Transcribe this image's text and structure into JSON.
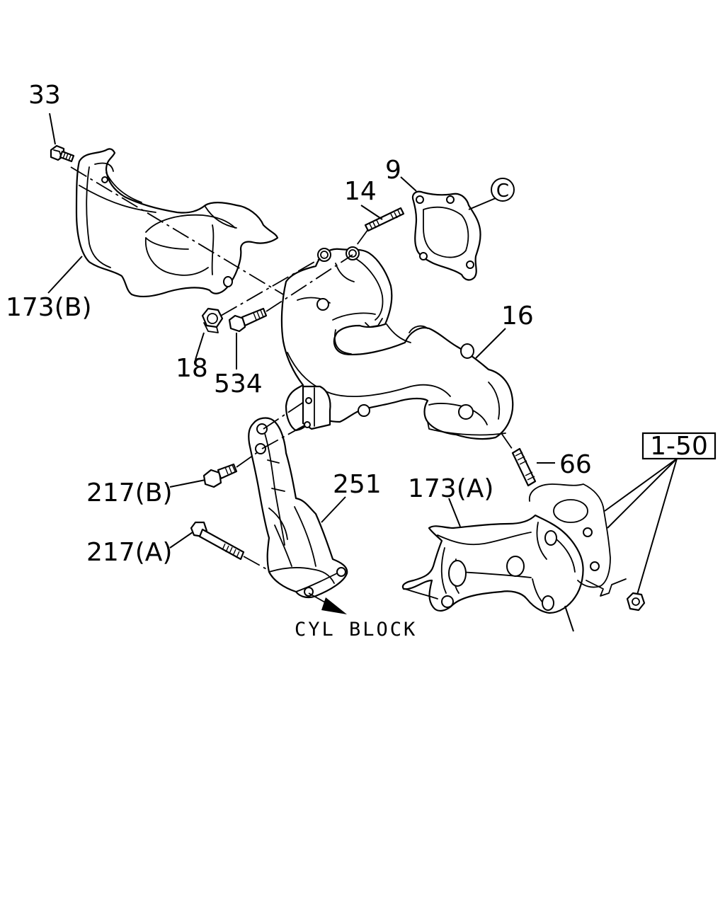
{
  "callouts": {
    "c33": "33",
    "c173b": "173(B)",
    "c14": "14",
    "c9": "9",
    "cC": "C",
    "c16": "16",
    "c18": "18",
    "c534": "534",
    "c66": "66",
    "c150": "1-50",
    "c217b": "217(B)",
    "c251": "251",
    "c173a": "173(A)",
    "c217a": "217(A)"
  },
  "annotations": {
    "cyl_block": "CYL BLOCK"
  }
}
